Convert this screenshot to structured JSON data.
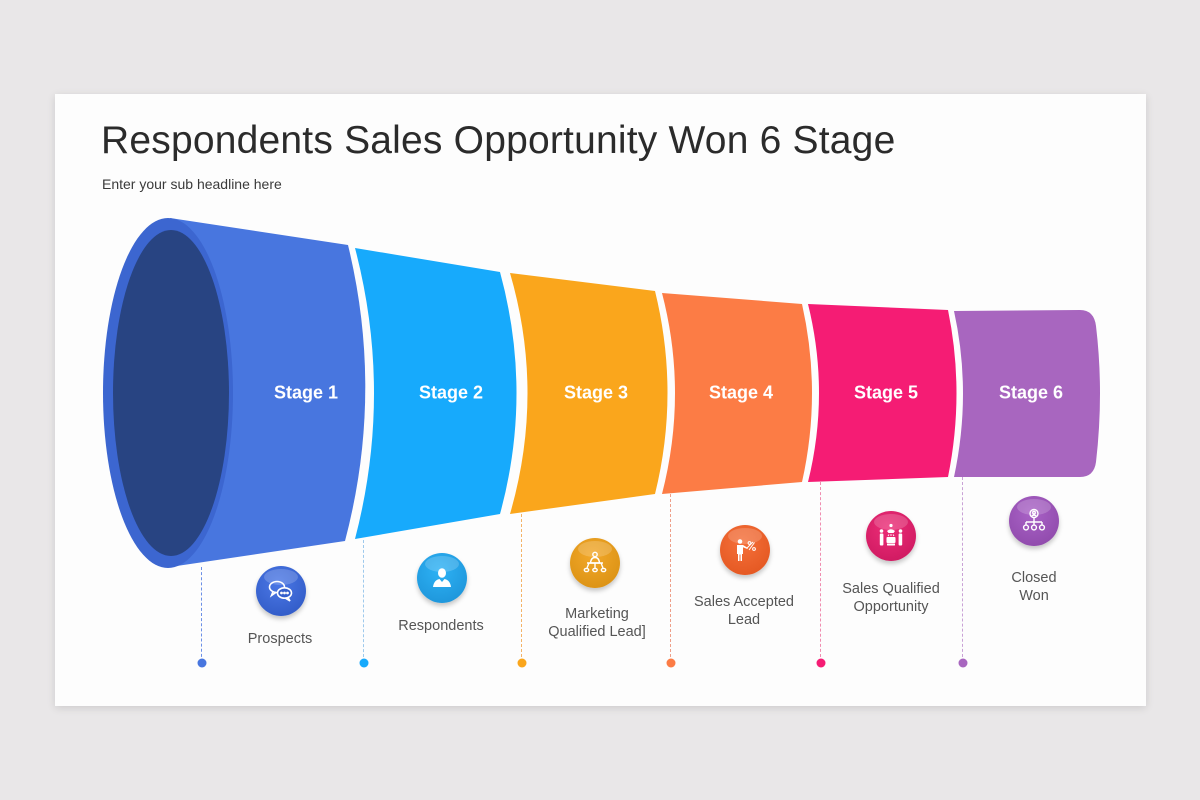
{
  "header": {
    "title": "Respondents Sales Opportunity Won 6 Stage",
    "subtitle": "Enter your sub headline here"
  },
  "stages": [
    {
      "label": "Stage 1",
      "caption_line1": "Prospects",
      "caption_line2": "",
      "icon": "chat-bubbles-icon",
      "color": "#4876df",
      "icon_color": "#2f5bc6"
    },
    {
      "label": "Stage 2",
      "caption_line1": "Respondents",
      "caption_line2": "",
      "icon": "user-icon",
      "color": "#17aafc",
      "icon_color": "#1f93d8"
    },
    {
      "label": "Stage 3",
      "caption_line1": "Marketing",
      "caption_line2": "Qualified Lead]",
      "icon": "network-hierarchy-icon",
      "color": "#faa61c",
      "icon_color": "#e39a15"
    },
    {
      "label": "Stage 4",
      "caption_line1": "Sales Accepted",
      "caption_line2": "Lead",
      "icon": "presenter-percent-icon",
      "color": "#fc7c45",
      "icon_color": "#f0602a"
    },
    {
      "label": "Stage 5",
      "caption_line1": "Sales Qualified",
      "caption_line2": "Opportunity",
      "icon": "meeting-people-icon",
      "color": "#f51c74",
      "icon_color": "#d9195f"
    },
    {
      "label": "Stage 6",
      "caption_line1": "Closed",
      "caption_line2": "Won",
      "icon": "org-chart-icon",
      "color": "#a866bf",
      "icon_color": "#9a52b3"
    }
  ],
  "funnel_inner_color": "#284482",
  "funnel_rim_color": "#3c66d0"
}
